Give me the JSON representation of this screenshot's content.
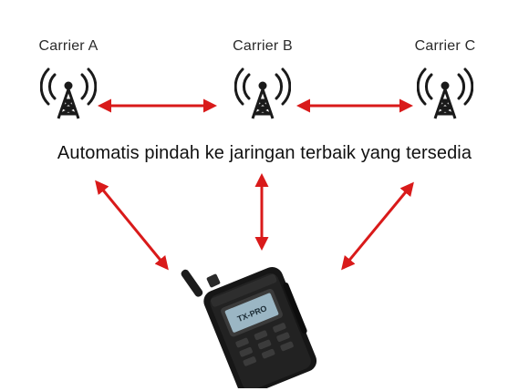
{
  "carriers": [
    {
      "label": "Carrier A",
      "icon": "cell-tower-icon"
    },
    {
      "label": "Carrier B",
      "icon": "cell-tower-icon"
    },
    {
      "label": "Carrier C",
      "icon": "cell-tower-icon"
    }
  ],
  "caption": "Automatis pindah ke jaringan terbaik yang tersedia",
  "device": {
    "icon": "walkie-talkie-icon",
    "brand_text": "TX-PRO",
    "screen_text": "TX-PRO"
  },
  "colors": {
    "arrow": "#d91a1a",
    "tower": "#1a1a1a",
    "text": "#111111"
  }
}
